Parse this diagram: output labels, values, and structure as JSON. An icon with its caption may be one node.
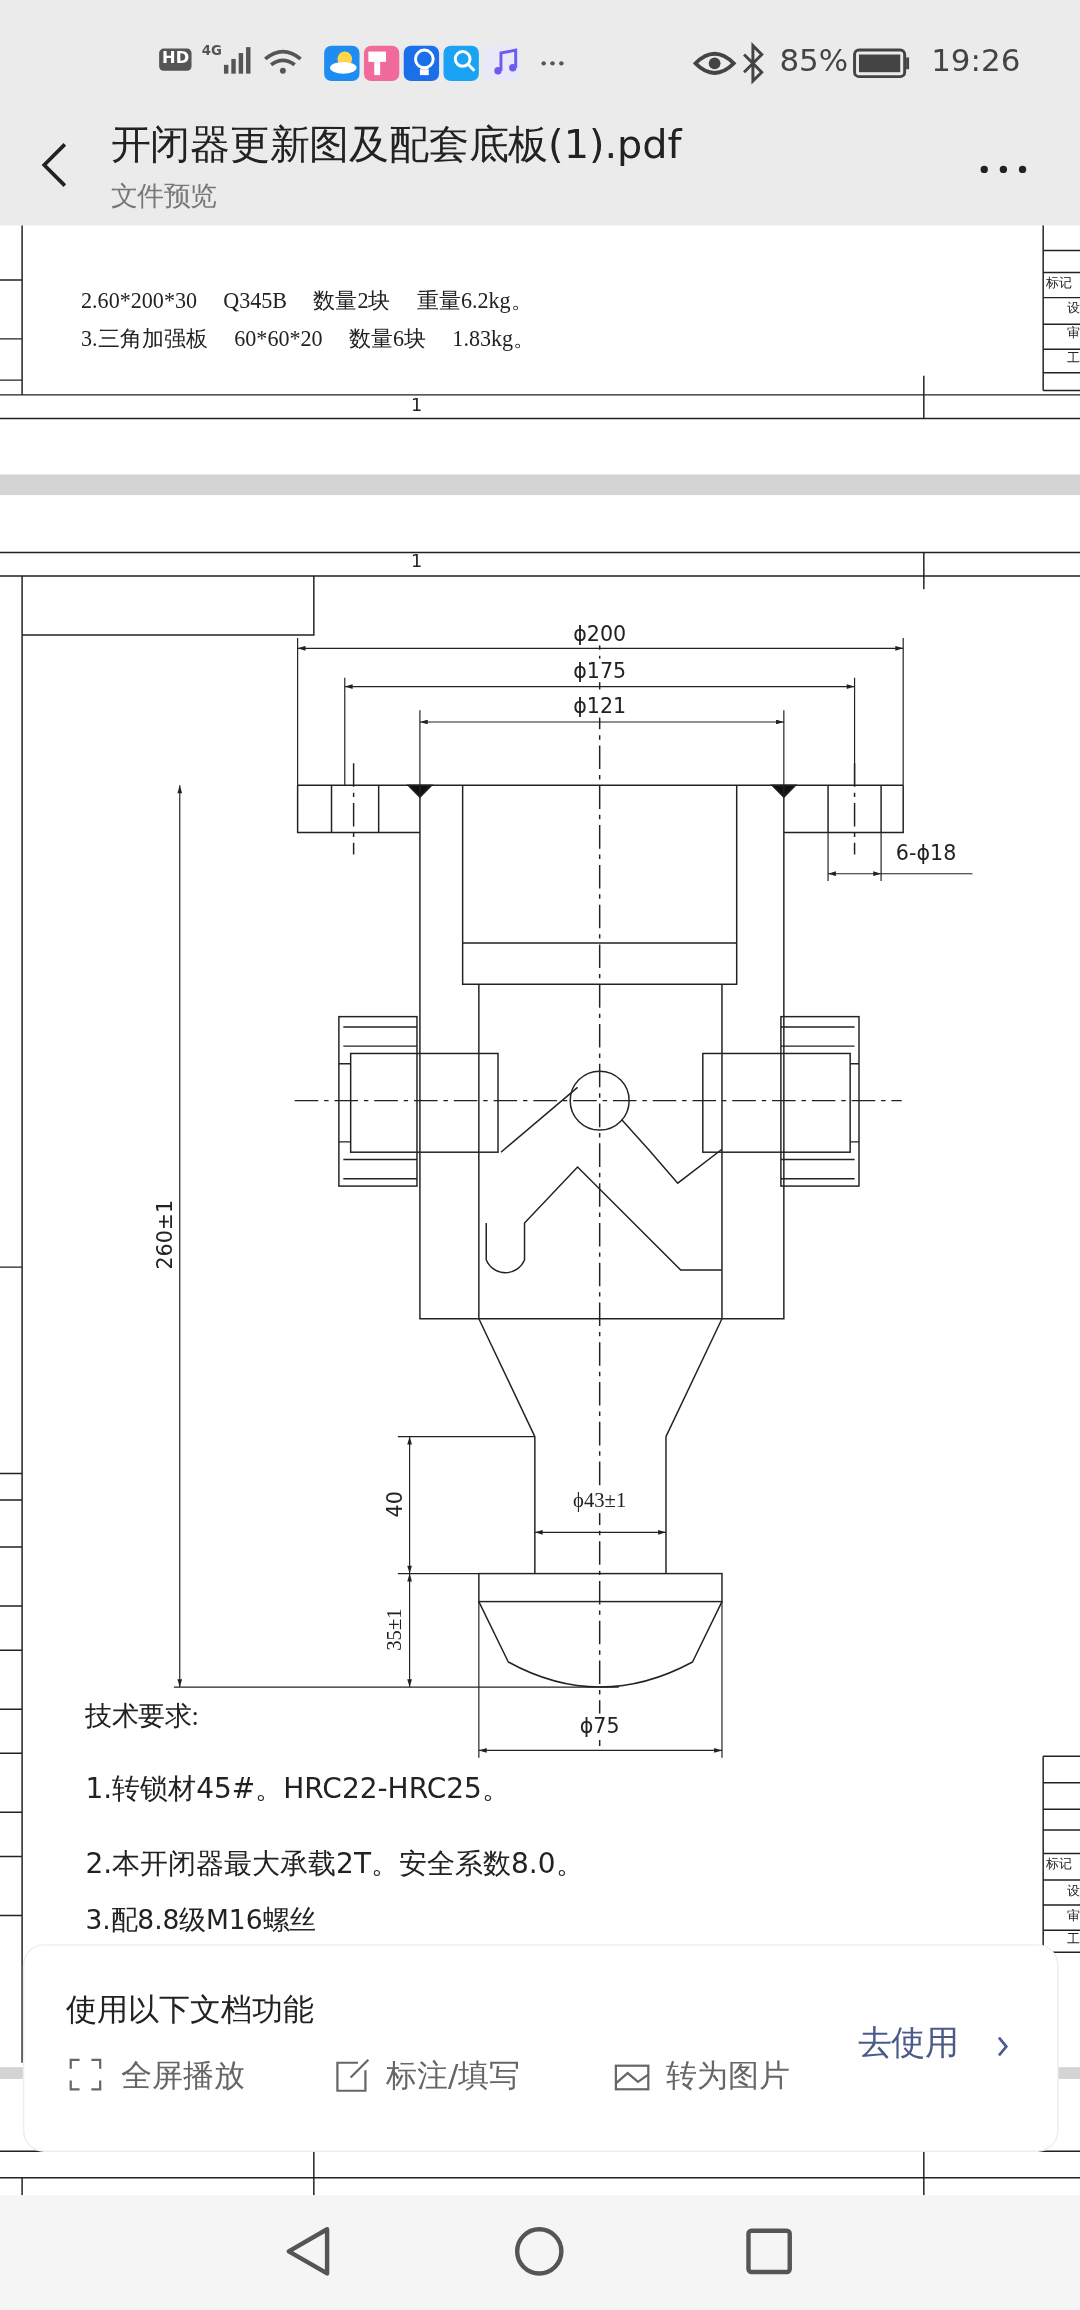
{
  "diagram": {
    "title": "开闭器更新图及配套底板(1).pdf",
    "labels": [
      "HD",
      "4G",
      "85%",
      "19:26",
      "文件预览",
      "2.60*200*30 Q345B 数量2块 重量6.2kg。",
      "3.三角加强板 60*60*20 数量6块 1.83kg。",
      "标记",
      "设",
      "审",
      "工",
      "1",
      "1",
      "ϕ200",
      "ϕ175",
      "ϕ121",
      "6-ϕ18",
      "260±1",
      "40",
      "ϕ43±1",
      "35±1",
      "ϕ75",
      "技术要求:",
      "1.转锁材45#。HRC22-HRC25。",
      "2.本开闭器最大承载2T。安全系数8.0。",
      "3.配8.8级M16螺丝",
      "标记",
      "设",
      "审",
      "工",
      "使用以下文档功能",
      "全屏播放",
      "标注/填写",
      "转为图片",
      "去使用"
    ]
  }
}
